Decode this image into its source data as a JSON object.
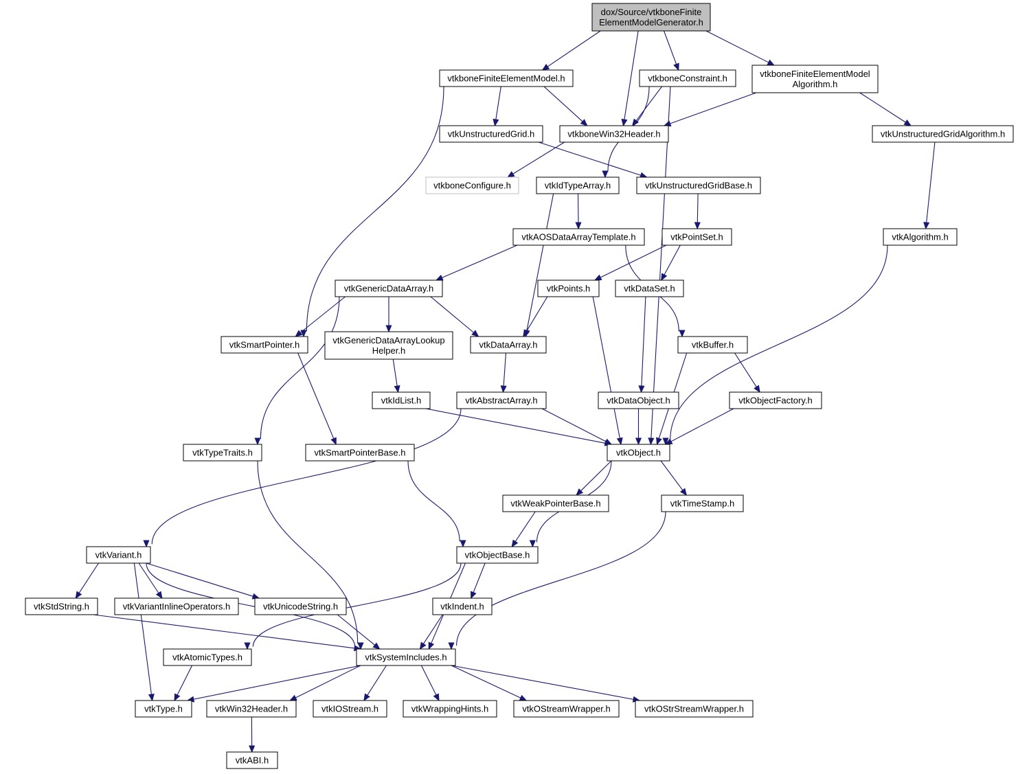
{
  "diagram": {
    "nodes": [
      {
        "id": "root",
        "label": "dox/Source/vtkboneFinite\nElementModelGenerator.h"
      },
      {
        "id": "femodel",
        "label": "vtkboneFiniteElementModel.h"
      },
      {
        "id": "constraint",
        "label": "vtkboneConstraint.h"
      },
      {
        "id": "fealg",
        "label": "vtkboneFiniteElementModel\nAlgorithm.h"
      },
      {
        "id": "ugrid",
        "label": "vtkUnstructuredGrid.h"
      },
      {
        "id": "win32",
        "label": "vtkboneWin32Header.h"
      },
      {
        "id": "ugalg",
        "label": "vtkUnstructuredGridAlgorithm.h"
      },
      {
        "id": "config",
        "label": "vtkboneConfigure.h"
      },
      {
        "id": "idtype",
        "label": "vtkIdTypeArray.h"
      },
      {
        "id": "ugbase",
        "label": "vtkUnstructuredGridBase.h"
      },
      {
        "id": "aos",
        "label": "vtkAOSDataArrayTemplate.h"
      },
      {
        "id": "pointset",
        "label": "vtkPointSet.h"
      },
      {
        "id": "algorithm",
        "label": "vtkAlgorithm.h"
      },
      {
        "id": "generic",
        "label": "vtkGenericDataArray.h"
      },
      {
        "id": "points",
        "label": "vtkPoints.h"
      },
      {
        "id": "dataset",
        "label": "vtkDataSet.h"
      },
      {
        "id": "smartptr",
        "label": "vtkSmartPointer.h"
      },
      {
        "id": "lookup",
        "label": "vtkGenericDataArrayLookup\nHelper.h"
      },
      {
        "id": "dataarray",
        "label": "vtkDataArray.h"
      },
      {
        "id": "buffer",
        "label": "vtkBuffer.h"
      },
      {
        "id": "idlist",
        "label": "vtkIdList.h"
      },
      {
        "id": "abstract",
        "label": "vtkAbstractArray.h"
      },
      {
        "id": "dataobject",
        "label": "vtkDataObject.h"
      },
      {
        "id": "objfactory",
        "label": "vtkObjectFactory.h"
      },
      {
        "id": "typetraits",
        "label": "vtkTypeTraits.h"
      },
      {
        "id": "spbase",
        "label": "vtkSmartPointerBase.h"
      },
      {
        "id": "object",
        "label": "vtkObject.h"
      },
      {
        "id": "weakptr",
        "label": "vtkWeakPointerBase.h"
      },
      {
        "id": "timestamp",
        "label": "vtkTimeStamp.h"
      },
      {
        "id": "variant",
        "label": "vtkVariant.h"
      },
      {
        "id": "objbase",
        "label": "vtkObjectBase.h"
      },
      {
        "id": "stdstring",
        "label": "vtkStdString.h"
      },
      {
        "id": "varops",
        "label": "vtkVariantInlineOperators.h"
      },
      {
        "id": "unicode",
        "label": "vtkUnicodeString.h"
      },
      {
        "id": "indent",
        "label": "vtkIndent.h"
      },
      {
        "id": "atomic",
        "label": "vtkAtomicTypes.h"
      },
      {
        "id": "sysinc",
        "label": "vtkSystemIncludes.h"
      },
      {
        "id": "type",
        "label": "vtkType.h"
      },
      {
        "id": "vwin32",
        "label": "vtkWin32Header.h"
      },
      {
        "id": "iostream",
        "label": "vtkIOStream.h"
      },
      {
        "id": "wrapping",
        "label": "vtkWrappingHints.h"
      },
      {
        "id": "ostream",
        "label": "vtkOStreamWrapper.h"
      },
      {
        "id": "ostrstream",
        "label": "vtkOStrStreamWrapper.h"
      },
      {
        "id": "abi",
        "label": "vtkABI.h"
      }
    ],
    "edges": [
      [
        "root",
        "femodel"
      ],
      [
        "root",
        "win32"
      ],
      [
        "root",
        "constraint"
      ],
      [
        "root",
        "fealg"
      ],
      [
        "femodel",
        "ugrid"
      ],
      [
        "femodel",
        "win32"
      ],
      [
        "femodel",
        "smartptr"
      ],
      [
        "constraint",
        "win32"
      ],
      [
        "constraint",
        "idtype"
      ],
      [
        "constraint",
        "object"
      ],
      [
        "fealg",
        "win32"
      ],
      [
        "fealg",
        "ugalg"
      ],
      [
        "win32",
        "config"
      ],
      [
        "ugrid",
        "ugbase"
      ],
      [
        "ugalg",
        "algorithm"
      ],
      [
        "idtype",
        "aos"
      ],
      [
        "idtype",
        "dataarray"
      ],
      [
        "ugbase",
        "pointset"
      ],
      [
        "aos",
        "generic"
      ],
      [
        "aos",
        "buffer"
      ],
      [
        "pointset",
        "points"
      ],
      [
        "pointset",
        "dataset"
      ],
      [
        "algorithm",
        "object"
      ],
      [
        "generic",
        "smartptr"
      ],
      [
        "generic",
        "lookup"
      ],
      [
        "generic",
        "dataarray"
      ],
      [
        "generic",
        "typetraits"
      ],
      [
        "points",
        "dataarray"
      ],
      [
        "points",
        "object"
      ],
      [
        "dataset",
        "dataobject"
      ],
      [
        "smartptr",
        "spbase"
      ],
      [
        "lookup",
        "idlist"
      ],
      [
        "dataarray",
        "abstract"
      ],
      [
        "buffer",
        "object"
      ],
      [
        "buffer",
        "objfactory"
      ],
      [
        "idlist",
        "object"
      ],
      [
        "abstract",
        "object"
      ],
      [
        "abstract",
        "variant"
      ],
      [
        "dataobject",
        "object"
      ],
      [
        "objfactory",
        "object"
      ],
      [
        "typetraits",
        "sysinc"
      ],
      [
        "spbase",
        "objbase"
      ],
      [
        "object",
        "weakptr"
      ],
      [
        "object",
        "timestamp"
      ],
      [
        "object",
        "objbase"
      ],
      [
        "weakptr",
        "objbase"
      ],
      [
        "timestamp",
        "sysinc"
      ],
      [
        "variant",
        "stdstring"
      ],
      [
        "variant",
        "varops"
      ],
      [
        "variant",
        "unicode"
      ],
      [
        "variant",
        "sysinc"
      ],
      [
        "variant",
        "type"
      ],
      [
        "objbase",
        "indent"
      ],
      [
        "objbase",
        "atomic"
      ],
      [
        "objbase",
        "sysinc"
      ],
      [
        "stdstring",
        "sysinc"
      ],
      [
        "unicode",
        "sysinc"
      ],
      [
        "indent",
        "sysinc"
      ],
      [
        "atomic",
        "type"
      ],
      [
        "sysinc",
        "type"
      ],
      [
        "sysinc",
        "vwin32"
      ],
      [
        "sysinc",
        "iostream"
      ],
      [
        "sysinc",
        "wrapping"
      ],
      [
        "sysinc",
        "ostream"
      ],
      [
        "sysinc",
        "ostrstream"
      ],
      [
        "vwin32",
        "abi"
      ]
    ]
  }
}
